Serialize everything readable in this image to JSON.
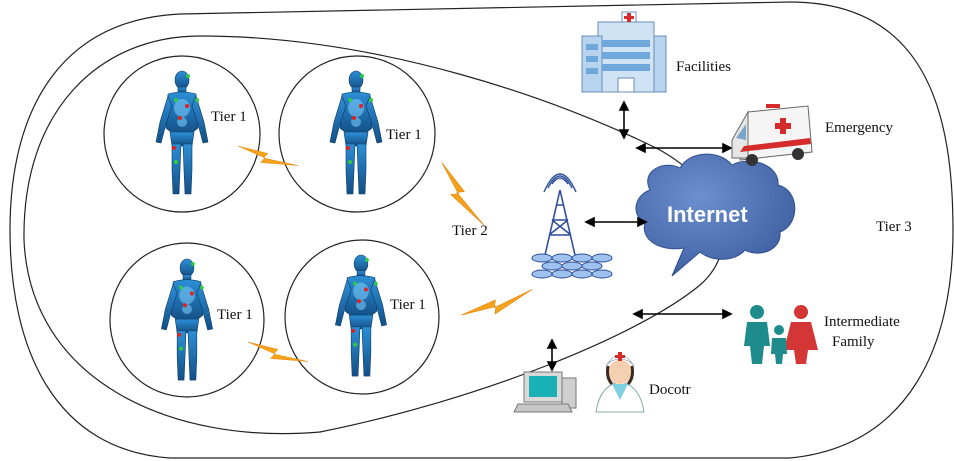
{
  "diagram": {
    "tiers": {
      "tier1_label": "Tier 1",
      "tier2_label": "Tier 2",
      "tier3_label": "Tier 3"
    },
    "internet_label": "Internet",
    "nodes": {
      "facilities": "Facilities",
      "emergency": "Emergency",
      "intermediate_family_line1": "Intermediate",
      "intermediate_family_line2": "Family",
      "doctor": "Docotr"
    },
    "colors": {
      "body_blue": "#1f6fb0",
      "body_glow": "#3fa9e6",
      "lightning": "#f7a21b",
      "cloud": "#4a6fb3",
      "cloud_edge": "#2f4f8f",
      "tower": "#2e4f9b",
      "hospital_blue": "#9cc7e8",
      "ambulance_red": "#d62b2b",
      "family_teal": "#1e8c8c",
      "family_red": "#d43535",
      "monitor_teal": "#19b1b6"
    },
    "icons": [
      "human-body-icon",
      "lightning-icon",
      "cell-tower-icon",
      "internet-cloud-icon",
      "hospital-icon",
      "ambulance-icon",
      "family-icon",
      "computer-icon",
      "nurse-icon"
    ]
  }
}
